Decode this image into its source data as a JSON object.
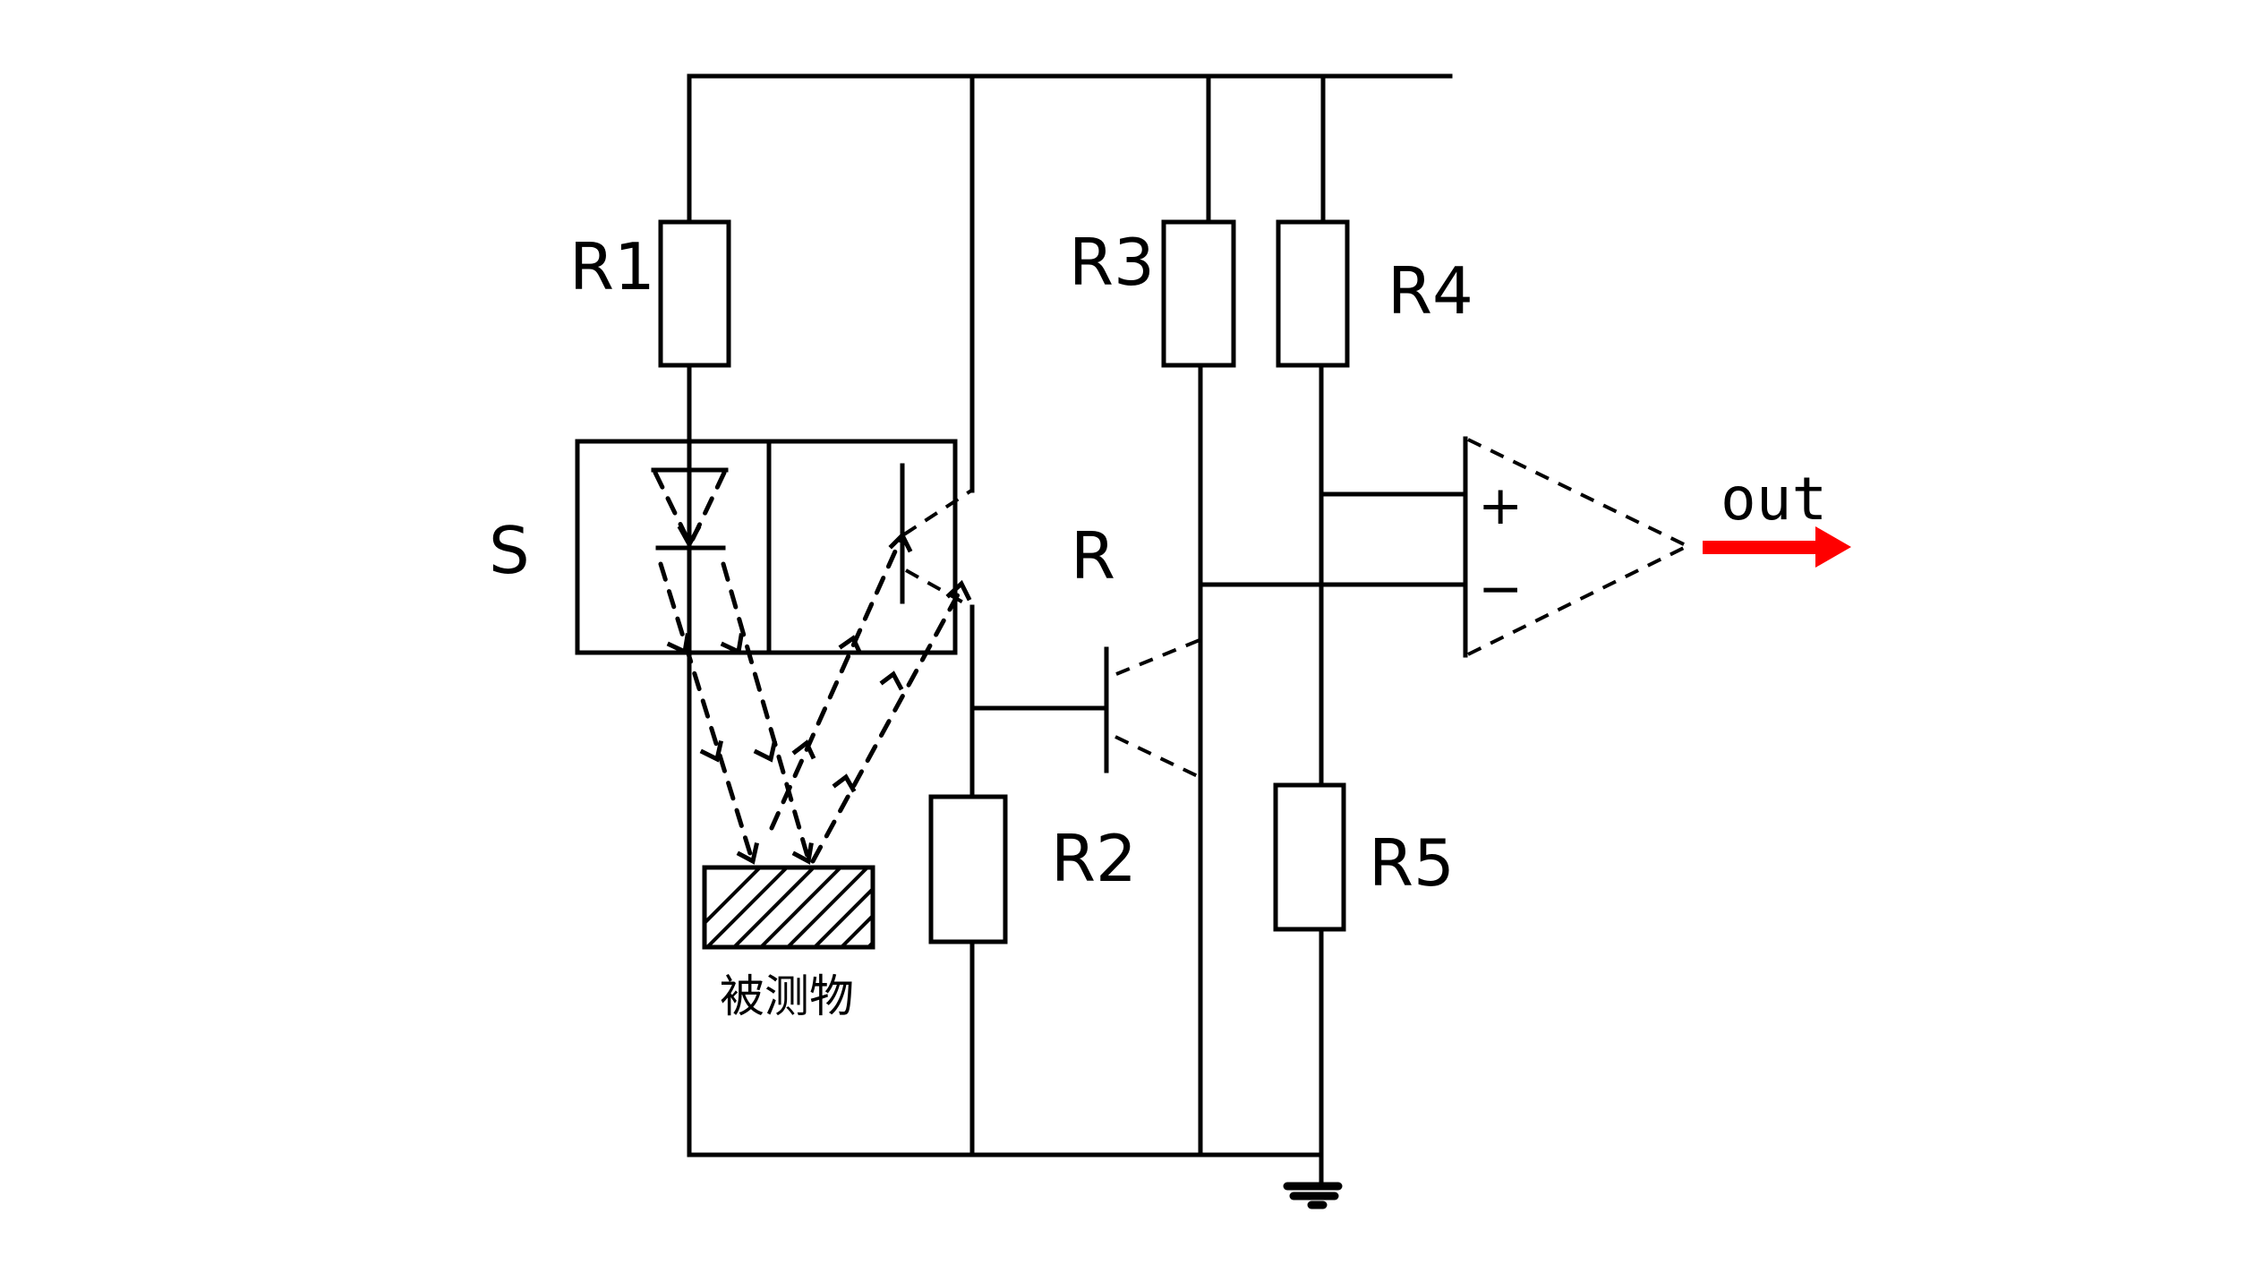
{
  "diagram": {
    "type": "circuit-schematic",
    "labels": {
      "r1": "R1",
      "r2": "R2",
      "r3": "R3",
      "r4": "R4",
      "r5": "R5",
      "sensor_emitter": "S",
      "sensor_receiver": "R",
      "measured_object": "被测物",
      "output": "out",
      "opamp_plus": "+",
      "opamp_minus": "−"
    },
    "components": [
      {
        "id": "R1",
        "kind": "resistor"
      },
      {
        "id": "R2",
        "kind": "resistor"
      },
      {
        "id": "R3",
        "kind": "resistor"
      },
      {
        "id": "R4",
        "kind": "resistor"
      },
      {
        "id": "R5",
        "kind": "resistor"
      },
      {
        "id": "S",
        "kind": "led-emitter"
      },
      {
        "id": "R",
        "kind": "phototransistor"
      },
      {
        "id": "Q",
        "kind": "transistor"
      },
      {
        "id": "U",
        "kind": "comparator-opamp"
      },
      {
        "id": "GND",
        "kind": "ground"
      }
    ],
    "colors": {
      "wire": "#000000",
      "output_arrow": "#ff0000"
    }
  }
}
